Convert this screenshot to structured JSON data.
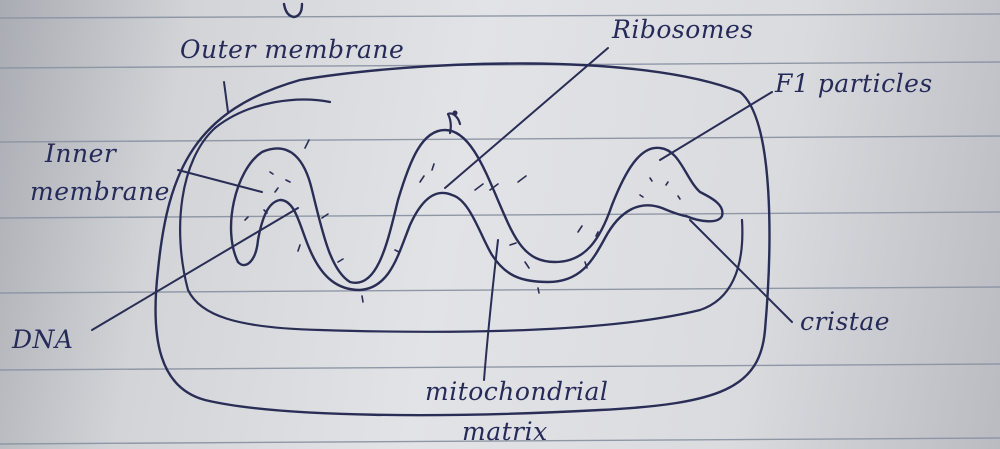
{
  "labels": {
    "outer_membrane": "Outer membrane",
    "ribosomes": "Ribosomes",
    "f1_particles": "F1 particles",
    "inner_membrane_line1": "Inner",
    "inner_membrane_line2": "membrane",
    "dna": "DNA",
    "cristae": "cristae",
    "matrix_line1": "mitochondrial",
    "matrix_line2": "matrix"
  },
  "colors": {
    "paper": "#dcdde0",
    "ruling": "#8f97a6",
    "ink": "#2a2d55"
  }
}
